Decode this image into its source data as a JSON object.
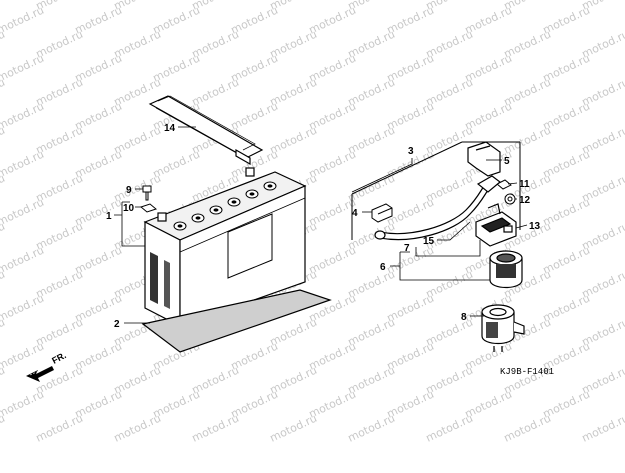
{
  "watermark_text": "motod.ru",
  "part_labels": [
    "1",
    "2",
    "3",
    "4",
    "5",
    "6",
    "7",
    "8",
    "9",
    "10",
    "11",
    "12",
    "13",
    "14",
    "15"
  ],
  "direction_label": "FR.",
  "diagram_code": "KJ9B-F1401"
}
